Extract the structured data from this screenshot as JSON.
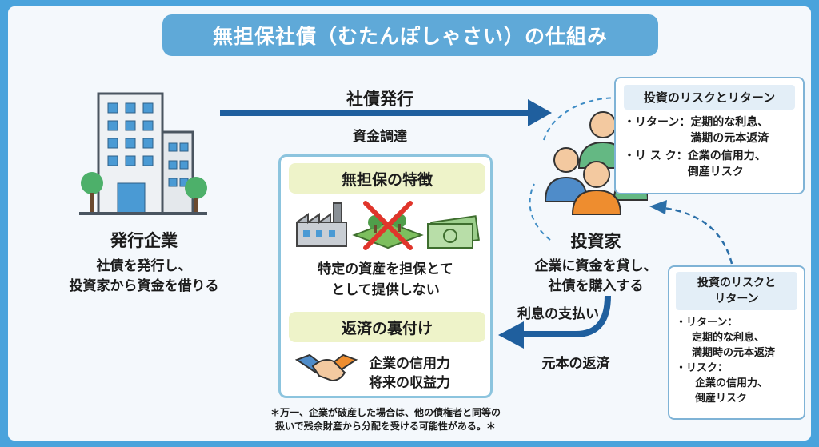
{
  "title": "無担保社債（むたんぽしゃさい）の仕組み",
  "issuer": {
    "label": "発行企業",
    "desc_line1": "社債を発行し、",
    "desc_line2": "投資家から資金を借りる"
  },
  "flow_top": {
    "label": "社債発行",
    "sublabel": "資金調達"
  },
  "investor": {
    "label": "投資家",
    "desc_line1": "企業に資金を貸し、",
    "desc_line2": "社債を購入する"
  },
  "flow_bottom": {
    "label1": "利息の支払い",
    "label2": "元本の返済"
  },
  "features": {
    "heading": "無担保の特徴",
    "text_line1": "特定の資産を担保とて",
    "text_line2": "として提供しない",
    "heading2": "返済の裏付け",
    "text2_line1": "企業の信用力",
    "text2_line2": "将来の収益力"
  },
  "risk_box_1": {
    "heading": "投資のリスクとリターン",
    "return_key": "・リターン：",
    "return_val1": "定期的な利息、",
    "return_val2": "満期の元本返済",
    "risk_key": "・リ ス ク：",
    "risk_val1": "企業の信用力、",
    "risk_val2": "倒産リスク"
  },
  "risk_box_2": {
    "heading_line1": "投資のリスクと",
    "heading_line2": "リターン",
    "return_key": "・リターン：",
    "return_val1": "定期的な利息、",
    "return_val2": "満期時の元本返済",
    "risk_key": "・リスク：",
    "risk_val1": "企業の信用力、",
    "risk_val2": "倒産リスク"
  },
  "note": {
    "line1": "＊万一、企業が破産した場合は、他の債権者と同等の",
    "line2": "扱いで残余財産から分配を受ける可能性がある。＊"
  },
  "colors": {
    "arrow": "#1f5f9e",
    "accent": "#5fa9d8",
    "highlight": "#eef3c9",
    "border": "#8cc4de"
  }
}
